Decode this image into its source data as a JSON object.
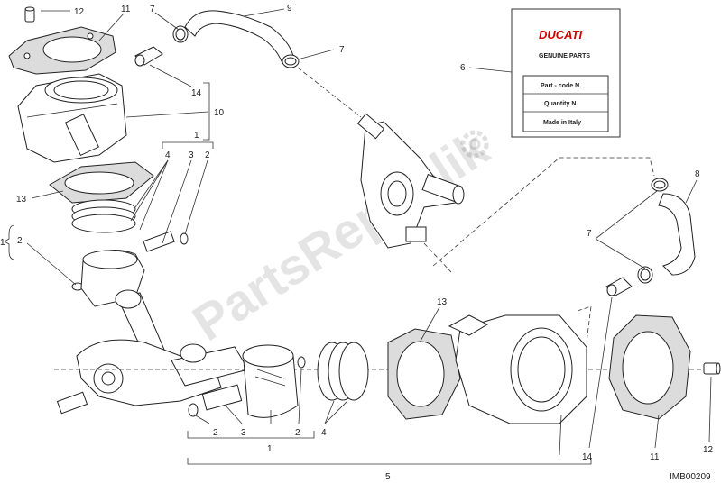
{
  "callouts": {
    "c12_top": "12",
    "c11_top": "11",
    "c7_a": "7",
    "c9": "9",
    "c7_b": "7",
    "c6": "6",
    "c14_top": "14",
    "c10": "10",
    "c1_top": "1",
    "c4_top": "4",
    "c3_top": "3",
    "c2_top": "2",
    "c13_left": "13",
    "c1_left": "1",
    "c2_left": "2",
    "c8": "8",
    "c7_right": "7",
    "c13_mid": "13",
    "c2_bl": "2",
    "c3_b": "3",
    "c1_b": "1",
    "c2_b": "2",
    "c4_b": "4",
    "c14_b": "14",
    "c11_b": "11",
    "c12_b": "12",
    "c5": "5"
  },
  "card": {
    "brand": "DUCATI",
    "subtitle": "GENUINE PARTS",
    "part_code": "Part - code N.",
    "quantity": "Quantity N.",
    "made_in": "Made in Italy"
  },
  "watermark": "PartsRepublik",
  "drawing_code": "IMB00209"
}
